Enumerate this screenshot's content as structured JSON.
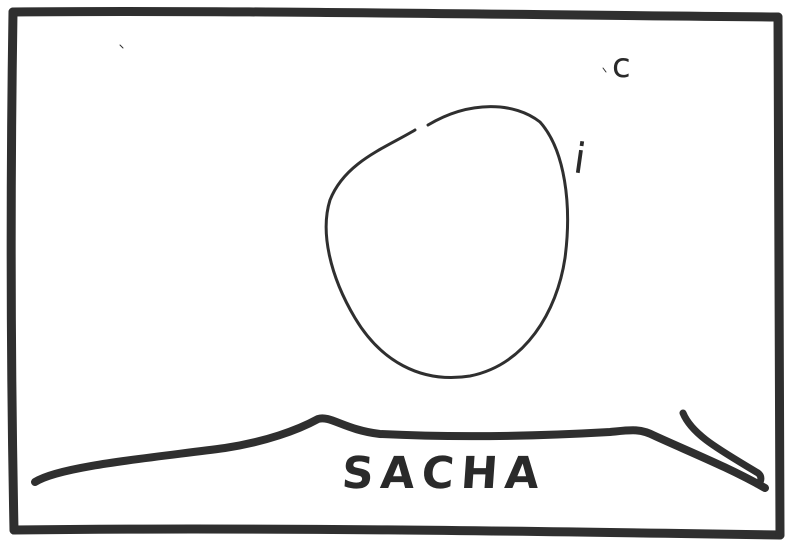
{
  "sketch": {
    "title": "SACHA",
    "note_c": "c",
    "note_i": "i"
  },
  "colors": {
    "ink": "#2f2f2f",
    "paper": "#ffffff"
  }
}
